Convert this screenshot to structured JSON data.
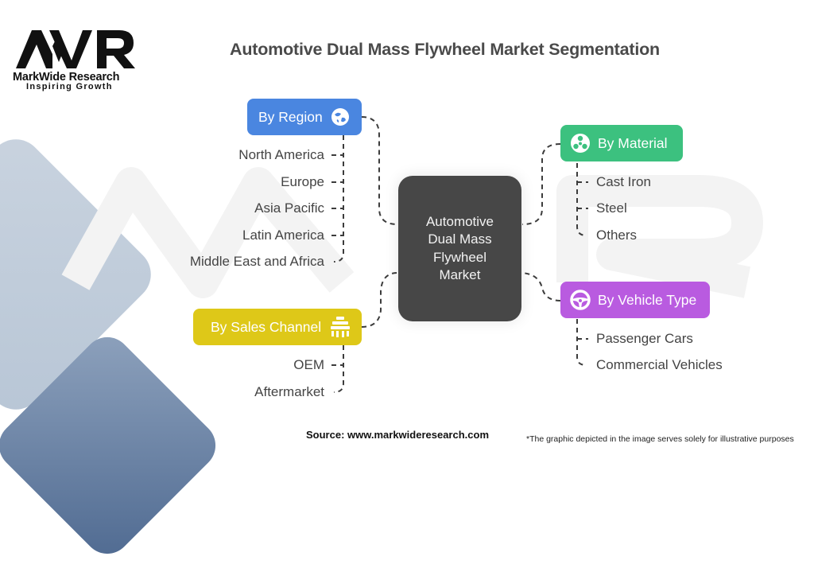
{
  "brand": {
    "logo_mark": "MWR",
    "name": "MarkWide Research",
    "tagline": "Inspiring Growth"
  },
  "title": "Automotive Dual Mass Flywheel Market Segmentation",
  "center": {
    "label": "Automotive\nDual Mass\nFlywheel\nMarket",
    "color": "#474747"
  },
  "segments": [
    {
      "id": "region",
      "label": "By Region",
      "icon": "globe-icon",
      "color": "#4A86E0",
      "side": "left",
      "items": [
        "North America",
        "Europe",
        "Asia Pacific",
        "Latin America",
        "Middle East and Africa"
      ]
    },
    {
      "id": "sales-channel",
      "label": "By Sales Channel",
      "icon": "network-icon",
      "color": "#DEC818",
      "side": "left",
      "items": [
        "OEM",
        "Aftermarket"
      ]
    },
    {
      "id": "material",
      "label": "By Material",
      "icon": "molecule-icon",
      "color": "#3CC17F",
      "side": "right",
      "items": [
        "Cast Iron",
        "Steel",
        "Others"
      ]
    },
    {
      "id": "vehicle-type",
      "label": "By Vehicle Type",
      "icon": "steering-wheel-icon",
      "color": "#B95BE0",
      "side": "right",
      "items": [
        "Passenger Cars",
        "Commercial Vehicles"
      ]
    }
  ],
  "footer": {
    "source": "Source: www.markwideresearch.com",
    "note": "*The graphic depicted in the image serves solely for illustrative purposes"
  }
}
